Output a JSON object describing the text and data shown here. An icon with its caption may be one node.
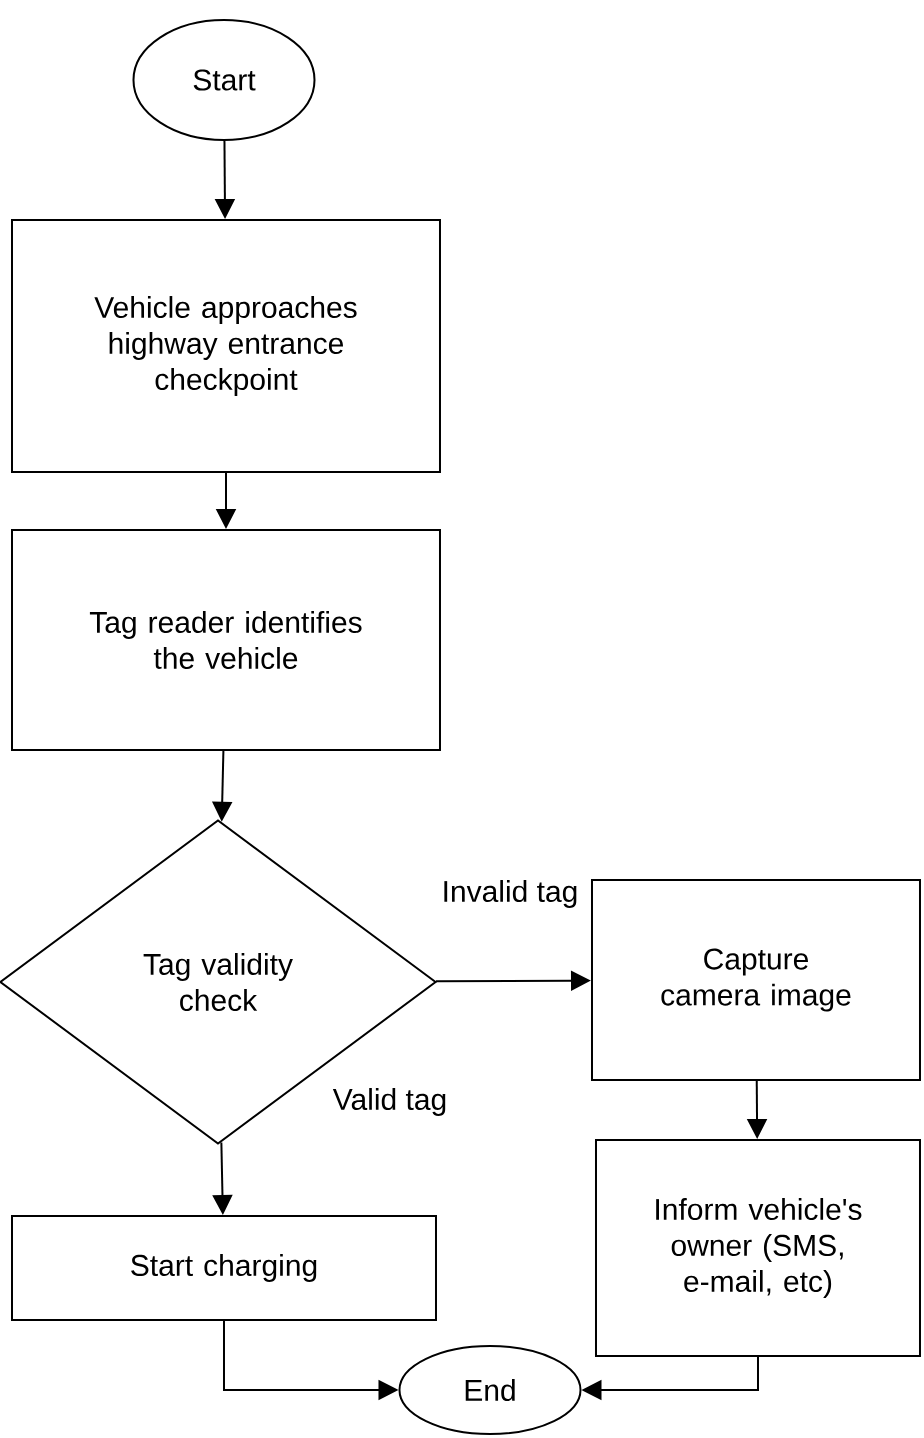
{
  "diagram": {
    "nodes": [
      {
        "text": [
          "Start"
        ]
      },
      {
        "text": [
          "Vehicle approaches highway entrance checkpoint"
        ]
      },
      {
        "text": [
          "Tag reader identifies the vehicle"
        ]
      },
      {
        "text": [
          "Tag validity check"
        ]
      },
      {
        "text": [
          "Capture camera image"
        ]
      },
      {
        "text": [
          "Inform vehicle's owner (SMS, e-mail, etc)"
        ]
      },
      {
        "text": [
          "Start charging"
        ]
      },
      {
        "text": [
          "End"
        ]
      }
    ],
    "edges": [
      {
        "from": 0,
        "to": 1,
        "arrow": "to"
      },
      {
        "from": 1,
        "to": 2,
        "arrow": "to"
      },
      {
        "from": 2,
        "to": 3,
        "arrow": "to"
      },
      {
        "from": 3,
        "to": 4,
        "arrow": "to",
        "label": "Invalid tag"
      },
      {
        "from": 3,
        "to": 6,
        "arrow": "to",
        "label": "Valid tag"
      },
      {
        "from": 4,
        "to": 5,
        "arrow": "to"
      },
      {
        "from": 6,
        "to": 7,
        "arrow": "to"
      },
      {
        "from": 5,
        "to": 7,
        "arrow": "to"
      }
    ]
  }
}
